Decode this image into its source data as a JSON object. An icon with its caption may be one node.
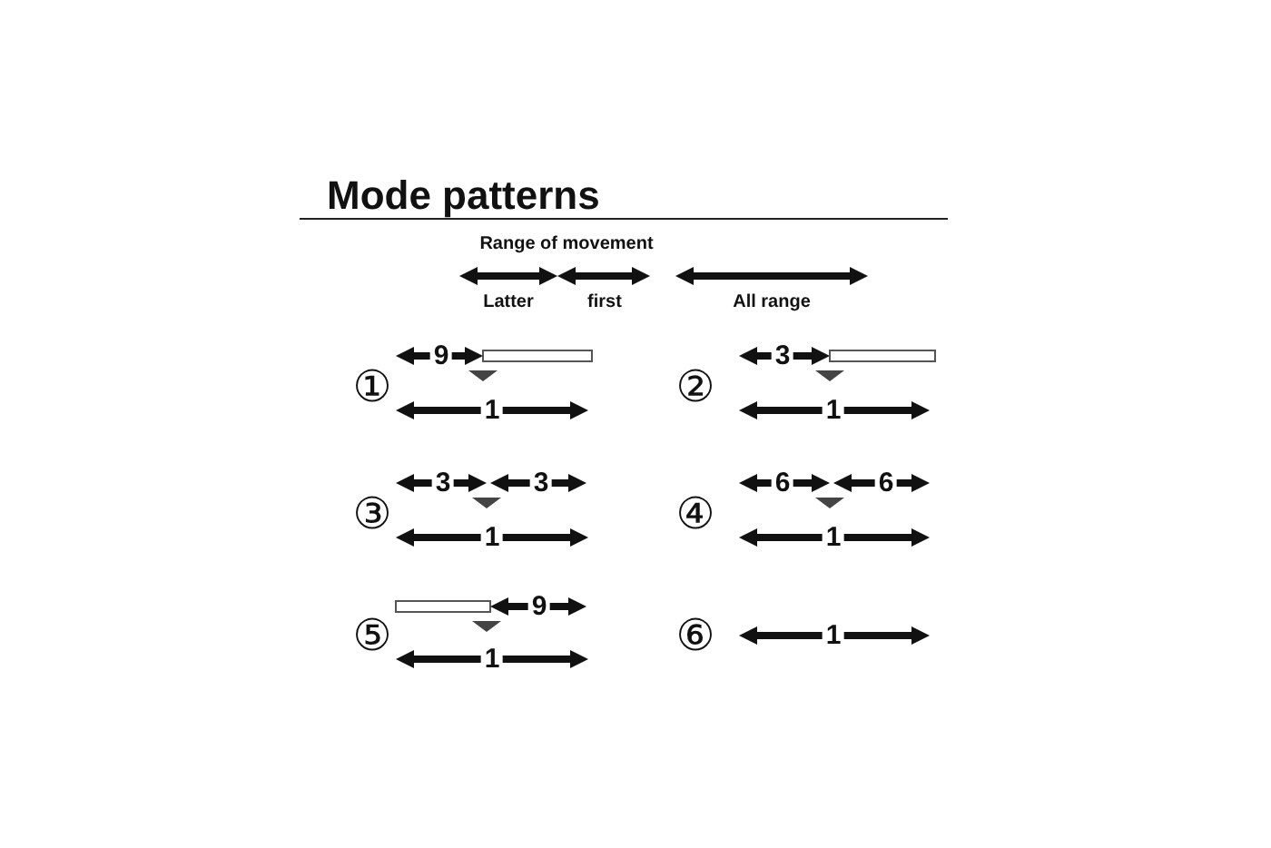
{
  "diagram": {
    "title": "Mode patterns",
    "labels": [
      "Range of movement",
      "Latter",
      "first",
      "All range",
      "①",
      "9",
      "1",
      "②",
      "3",
      "1",
      "③",
      "3",
      "3",
      "1",
      "④",
      "6",
      "6",
      "1",
      "⑤",
      "9",
      "1",
      "⑥",
      "1"
    ]
  }
}
